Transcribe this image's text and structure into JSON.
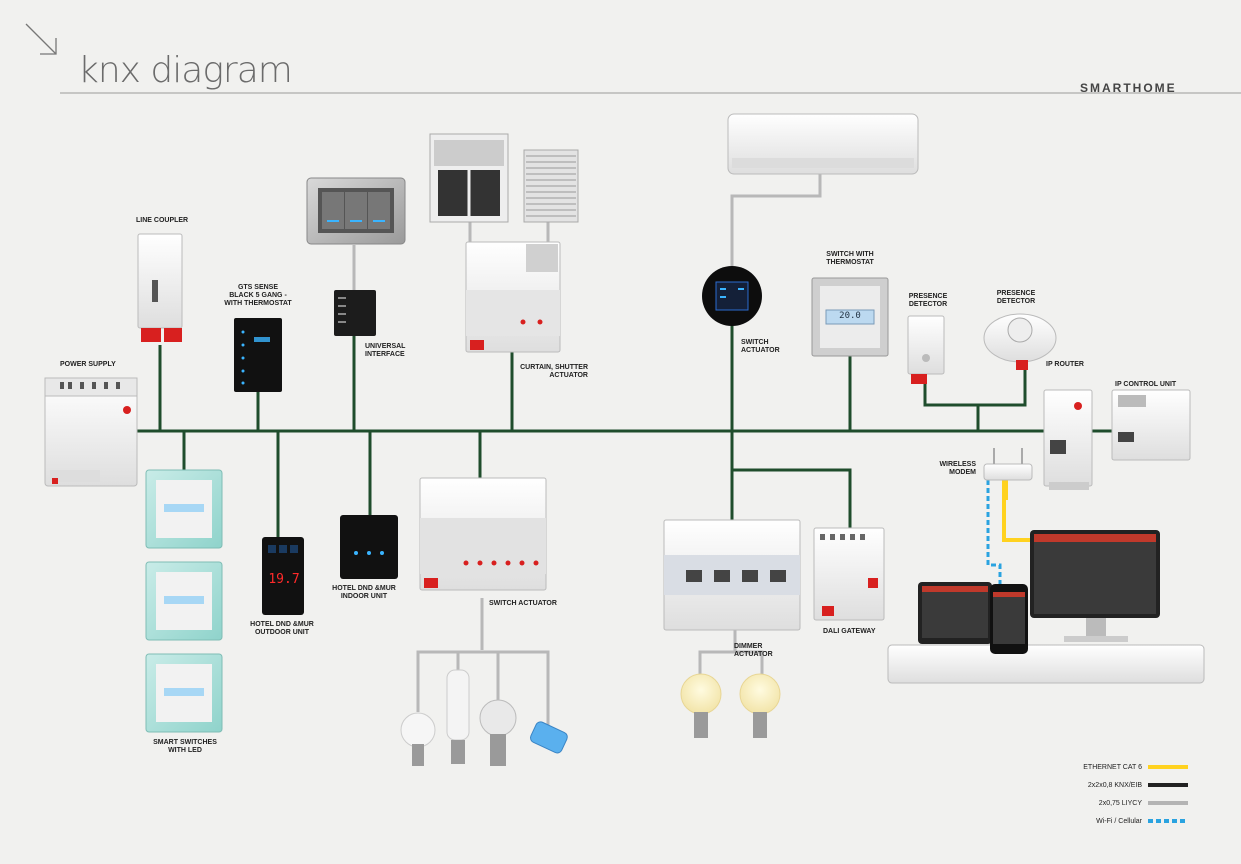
{
  "header": {
    "title": "knx diagram",
    "brand": "SMARTHOME"
  },
  "colors": {
    "knx_bus": "#1f4d2c",
    "ethernet": "#ffd21f",
    "cable_gray": "#b4b4b4",
    "wifi": "#2aa3e0",
    "led_blue": "#3ab4ff",
    "led_red": "#ff2a2a"
  },
  "devices": {
    "line_coupler": "LINE COUPLER",
    "power_supply": "POWER SUPPLY",
    "gts_sense_1": "GTS SENSE",
    "gts_sense_2": "BLACK 5 GANG -",
    "gts_sense_3": "WITH THERMOSTAT",
    "universal_interface_1": "UNIVERSAL",
    "universal_interface_2": "INTERFACE",
    "curtain_actuator_1": "CURTAIN, SHUTTER",
    "curtain_actuator_2": "ACTUATOR",
    "switch_actuator_top_1": "SWITCH",
    "switch_actuator_top_2": "ACTUATOR",
    "switch_thermostat_1": "SWITCH WITH",
    "switch_thermostat_2": "THERMOSTAT",
    "presence_detector_a_1": "PRESENCE",
    "presence_detector_a_2": "DETECTOR",
    "presence_detector_b_1": "PRESENCE",
    "presence_detector_b_2": "DETECTOR",
    "ip_router": "IP ROUTER",
    "ip_control_unit": "IP CONTROL UNIT",
    "wireless_modem_1": "WIRELESS",
    "wireless_modem_2": "MODEM",
    "smart_switches_1": "SMART SWITCHES",
    "smart_switches_2": "WITH LED",
    "hotel_outdoor_1": "HOTEL DND &MUR",
    "hotel_outdoor_2": "OUTDOOR UNIT",
    "hotel_indoor_1": "HOTEL DND &MUR",
    "hotel_indoor_2": "INDOOR UNIT",
    "switch_actuator_bottom": "SWITCH ACTUATOR",
    "dimmer_actuator_1": "DIMMER",
    "dimmer_actuator_2": "ACTUATOR",
    "dali_gateway": "DALI GATEWAY",
    "panel_temp": "19.7",
    "thermostat_temp": "20.0"
  },
  "legend": {
    "ethernet": "ETHERNET CAT 6",
    "knx": "2x2x0,8 KNX/EIB",
    "liycy": "2x0,75 LIYCY",
    "wifi": "Wi-Fi / Cellular"
  }
}
